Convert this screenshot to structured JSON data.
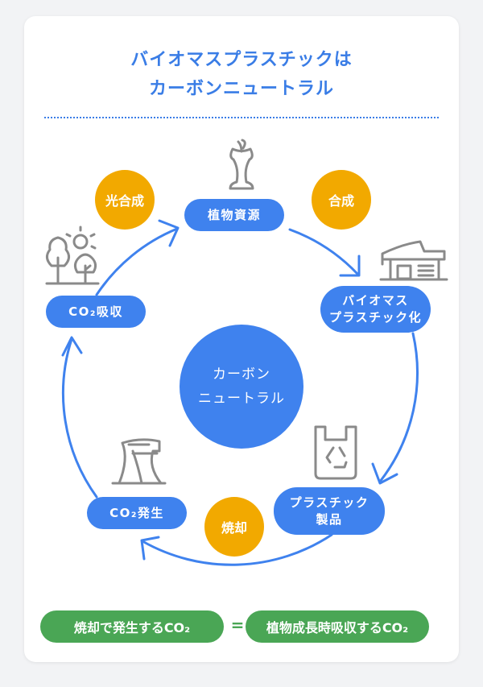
{
  "title": {
    "line1": "バイオマスプラスチックは",
    "line2": "カーボンニュートラル"
  },
  "nodes": {
    "plant_resource": "植物資源",
    "biomass_line1": "バイオマス",
    "biomass_line2": "プラスチック化",
    "product_line1": "プラスチック",
    "product_line2": "製品",
    "co2_emission": "CO₂発生",
    "co2_absorption": "CO₂吸収"
  },
  "processes": {
    "photosynthesis": "光合成",
    "synthesis": "合成",
    "incineration": "焼却"
  },
  "center": {
    "line1": "カーボン",
    "line2": "ニュートラル"
  },
  "equation": {
    "left": "焼却で発生するCO₂",
    "equals": "=",
    "right": "植物成長時吸収するCO₂"
  },
  "colors": {
    "blue": "#3f82ee",
    "orange": "#f2a900",
    "green": "#4aa655",
    "icon_gray": "#8a8a8a"
  },
  "icons": [
    "apple-core-icon",
    "trees-sun-icon",
    "house-icon",
    "factory-icon",
    "recycle-bag-icon"
  ]
}
